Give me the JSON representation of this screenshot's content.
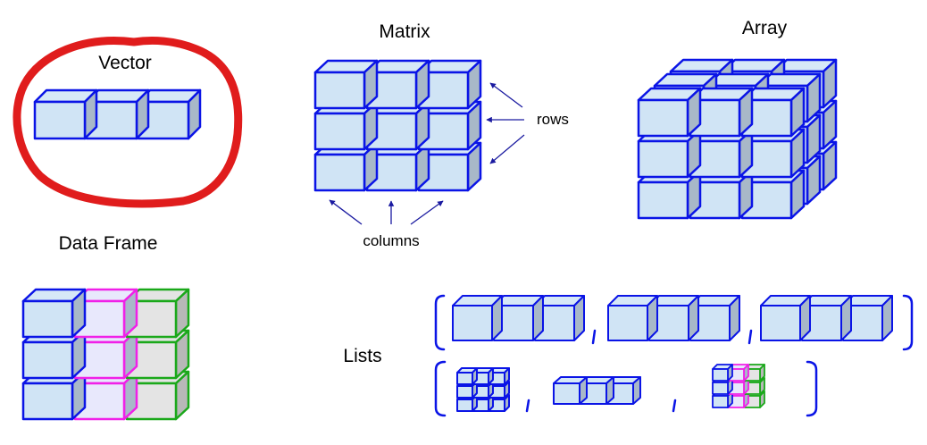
{
  "title": "R data structures",
  "colors": {
    "blue_stroke": "#0a14e6",
    "blue_front": "#d0e4f5",
    "blue_top": "#d6e8f7",
    "side_shade": "#a8b8c8",
    "magenta_stroke": "#f020e8",
    "magenta_front": "#e8e8fc",
    "green_stroke": "#1aa81a",
    "green_front": "#e4e4e4",
    "green_side": "#b8b8b8",
    "highlight_circle": "#e01c1c",
    "arrow": "#1a1aa0"
  },
  "sections": {
    "vector": {
      "label": "Vector",
      "cells": 3,
      "highlighted": true
    },
    "matrix": {
      "label": "Matrix",
      "rows": 3,
      "cols": 3,
      "row_annotation": "rows",
      "col_annotation": "columns"
    },
    "array": {
      "label": "Array",
      "rows": 3,
      "cols": 3,
      "layers": 3
    },
    "data_frame": {
      "label": "Data Frame",
      "rows": 3,
      "columns": [
        {
          "color": "blue"
        },
        {
          "color": "magenta"
        },
        {
          "color": "green"
        }
      ]
    },
    "lists": {
      "label": "Lists",
      "list1": {
        "items": [
          "vector",
          "vector",
          "vector"
        ],
        "separator": ","
      },
      "list2": {
        "items": [
          "matrix",
          "vector",
          "data_frame"
        ],
        "separator": ","
      }
    }
  }
}
